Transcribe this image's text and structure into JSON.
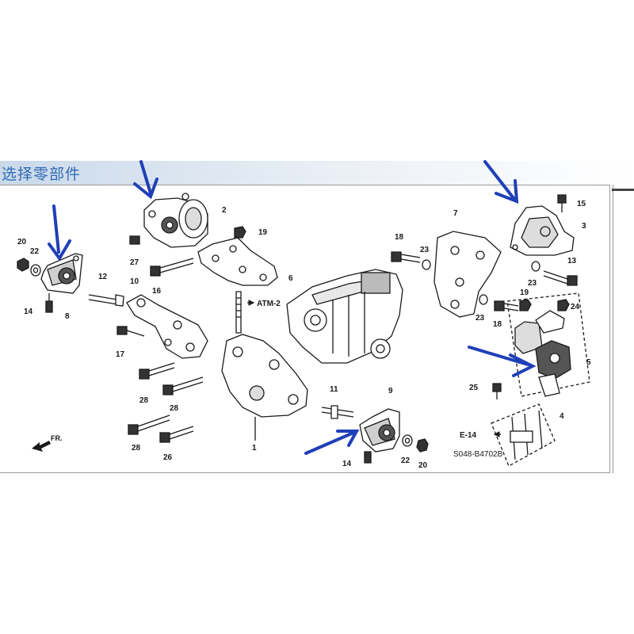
{
  "header": {
    "title": "选择零部件"
  },
  "diagram": {
    "code": "S048-B4702B",
    "callouts": {
      "c2": "2",
      "c3": "3",
      "c15": "15",
      "c13": "13",
      "c24": "24",
      "c5": "5",
      "c4": "4",
      "c25": "25",
      "c7": "7",
      "c18a": "18",
      "c23a": "23",
      "c23b": "23",
      "c23c": "23",
      "c18b": "18",
      "c19a": "19",
      "c19b": "19",
      "c6": "6",
      "c27": "27",
      "c16": "16",
      "c20a": "20",
      "c22a": "22",
      "c14a": "14",
      "c8": "8",
      "c12": "12",
      "c10": "10",
      "c17": "17",
      "c28a": "28",
      "c28b": "28",
      "c28c": "28",
      "c26": "26",
      "c1": "1",
      "c11": "11",
      "c9": "9",
      "c14b": "14",
      "c22b": "22",
      "c20b": "20"
    },
    "refs": {
      "atm": "ATM-2",
      "e14": "E-14",
      "fr": "FR."
    }
  },
  "colors": {
    "arrow": "#1f3fb8",
    "line": "#1a1a1a",
    "title": "#2f6bb3"
  }
}
